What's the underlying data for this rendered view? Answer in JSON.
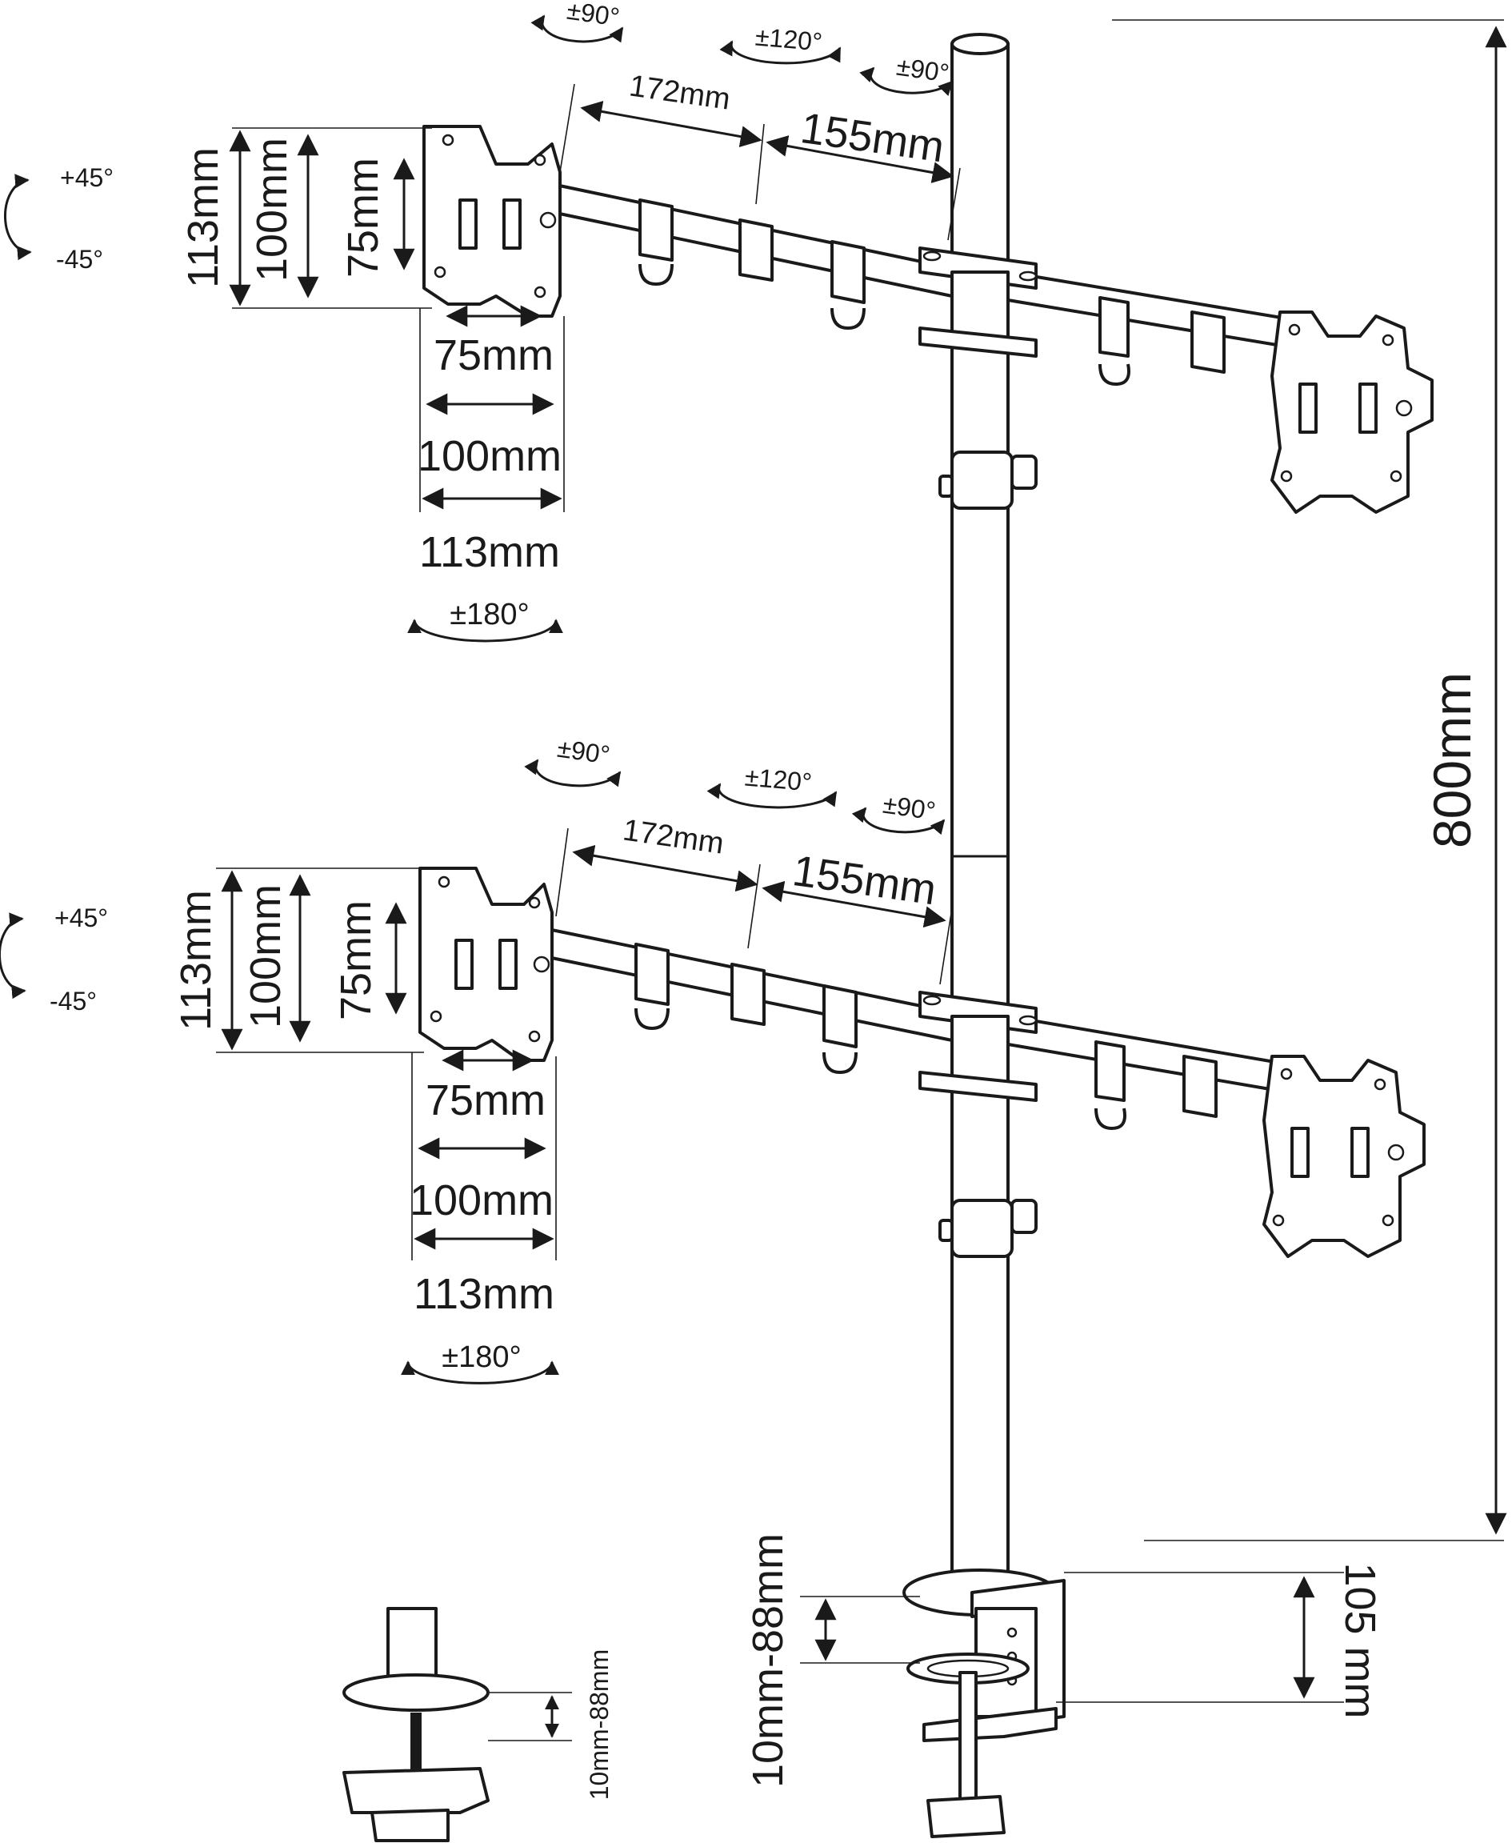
{
  "upper_arm": {
    "tilt_up": "+45°",
    "tilt_down": "-45°",
    "vesa_height_113": "113mm",
    "vesa_height_100": "100mm",
    "vesa_height_75": "75mm",
    "vesa_width_75": "75mm",
    "vesa_width_100": "100mm",
    "vesa_width_113": "113mm",
    "rotate_180": "±180°",
    "swivel_left": "±90°",
    "swivel_mid": "±120°",
    "swivel_right": "±90°",
    "arm_segment_1": "172mm",
    "arm_segment_2": "155mm"
  },
  "lower_arm": {
    "tilt_up": "+45°",
    "tilt_down": "-45°",
    "vesa_height_113": "113mm",
    "vesa_height_100": "100mm",
    "vesa_height_75": "75mm",
    "vesa_width_75": "75mm",
    "vesa_width_100": "100mm",
    "vesa_width_113": "113mm",
    "rotate_180": "±180°",
    "swivel_left": "±90°",
    "swivel_mid": "±120°",
    "swivel_right": "±90°",
    "arm_segment_1": "172mm",
    "arm_segment_2": "155mm"
  },
  "pole_height": "800mm",
  "clamp_thickness": "10mm-88mm",
  "clamp_height": "105 mm",
  "grommet_thickness": "10mm-88mm"
}
